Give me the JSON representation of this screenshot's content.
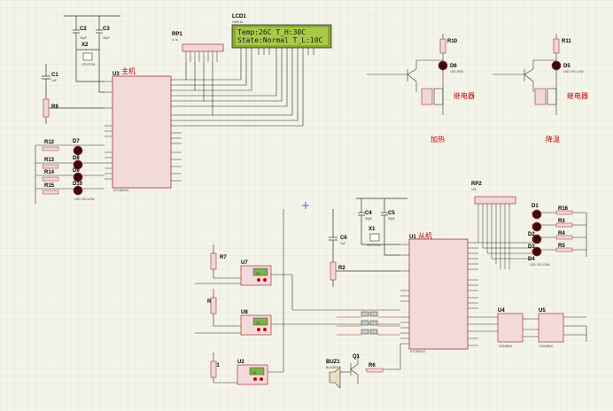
{
  "lcd": {
    "ref": "LCD1",
    "part": "LM016L",
    "line1": "Temp:26C    T_H:30C",
    "line2": "State:Normal T_L:10C"
  },
  "chips": {
    "master": {
      "ref": "U3",
      "label": "主机",
      "part": "STC89C52"
    },
    "slave": {
      "ref": "U1",
      "label": "从机",
      "part": "STC89C52"
    },
    "u4": {
      "ref": "U4",
      "part": "DS18B20"
    },
    "u5": {
      "ref": "U5",
      "part": "DS18B20"
    }
  },
  "resistor_packs": {
    "rp1": {
      "ref": "RP1",
      "value": "4.7k"
    },
    "rp2": {
      "ref": "RP2",
      "value": "10k"
    }
  },
  "relays": [
    {
      "ref": "R10",
      "led": "D6",
      "led_part": "LED-RED",
      "label": "继电器",
      "action": "加热"
    },
    {
      "ref": "R11",
      "led": "D5",
      "led_part": "LED-YELLOW",
      "label": "继电器",
      "action": "降温"
    }
  ],
  "capacitors": [
    {
      "ref": "C2",
      "value": "30pF"
    },
    {
      "ref": "C3",
      "value": "30pF"
    },
    {
      "ref": "C1",
      "value": "1uF"
    },
    {
      "ref": "C4",
      "value": "30pF"
    },
    {
      "ref": "C5",
      "value": "30pF"
    },
    {
      "ref": "C6",
      "value": "1uF"
    }
  ],
  "crystals": [
    {
      "ref": "X2",
      "value": "CRYSTAL"
    },
    {
      "ref": "X1",
      "value": "CRYSTAL"
    }
  ],
  "master_side": {
    "resistors": [
      "R9",
      "R12",
      "R13",
      "R14",
      "R15"
    ],
    "leds": [
      "D7",
      "D8",
      "D9",
      "D10"
    ],
    "led_note": "LED-YELLOW"
  },
  "sensors": [
    {
      "ref": "U7",
      "res": "R7"
    },
    {
      "ref": "U8",
      "res": "R8"
    },
    {
      "ref": "U2",
      "res": "R1"
    }
  ],
  "slave_side": {
    "resistors": [
      "R16",
      "R3",
      "R4",
      "R5",
      "R2",
      "R6"
    ],
    "leds": [
      "D1",
      "D2",
      "D3",
      "D4"
    ],
    "led_note": "LED-YELLOW",
    "buzzer": "BUZ1",
    "buzzer_part": "BUZZER",
    "transistor": "Q1"
  },
  "probe_value": "26"
}
